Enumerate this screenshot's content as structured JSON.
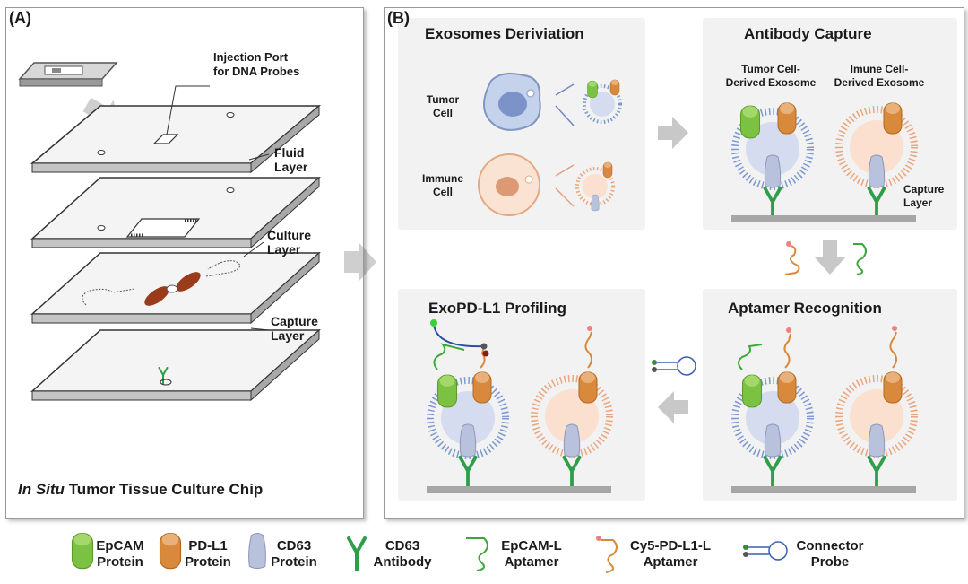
{
  "panel_a": {
    "tag": "(A)",
    "injection_port": "Injection Port\nfor DNA Probes",
    "fluid_layer": "Fluid\nLayer",
    "culture_layer": "Culture\nLayer",
    "capture_layer": "Capture\nLayer",
    "caption_italic": "In Situ",
    "caption_rest": "Tumor Tissue Culture Chip"
  },
  "panel_b": {
    "tag": "(B)",
    "exosomes_title": "Exosomes Deriviation",
    "tumor_cell": "Tumor\nCell",
    "immune_cell": "Immune\nCell",
    "antibody_title": "Antibody Capture",
    "tumor_exosome": "Tumor Cell-\nDerived Exosome",
    "immune_exosome": "Imune Cell-\nDerived Exosome",
    "capture_layer": "Capture\nLayer",
    "aptamer_title": "Aptamer Recognition",
    "profiling_title": "ExoPD-L1 Profiling"
  },
  "legend": [
    {
      "icon": "epcam-protein-icon",
      "label": "EpCAM\nProtein"
    },
    {
      "icon": "pdl1-protein-icon",
      "label": "PD-L1\nProtein"
    },
    {
      "icon": "cd63-protein-icon",
      "label": "CD63\nProtein"
    },
    {
      "icon": "cd63-antibody-icon",
      "label": "CD63\nAntibody"
    },
    {
      "icon": "epcam-aptamer-icon",
      "label": "EpCAM-L\nAptamer"
    },
    {
      "icon": "cy5-pdl1-aptamer-icon",
      "label": "Cy5-PD-L1-L\nAptamer"
    },
    {
      "icon": "connector-probe-icon",
      "label": "Connector\nProbe"
    }
  ],
  "colors": {
    "epcam": "#7cc242",
    "pdl1": "#d9893b",
    "cd63": "#b9c2dd",
    "antibody": "#2e9e4a",
    "vesicle_blue": "#7b98cf",
    "vesicle_orange": "#e9a67e",
    "arrow": "#c8c8c8",
    "capture_bar": "#a6a6a6"
  }
}
